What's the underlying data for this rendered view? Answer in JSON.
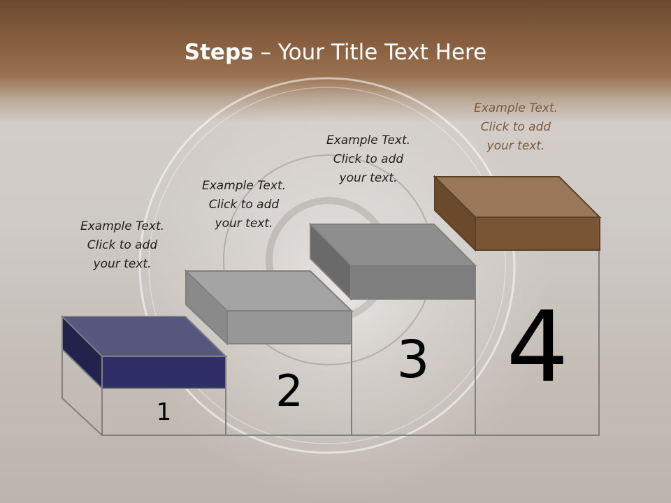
{
  "title": {
    "bold": "Steps",
    "rest": " – Your Title Text Here"
  },
  "steps": [
    {
      "number": "1",
      "lines": [
        "Example Text.",
        "Click  to add",
        "your text."
      ],
      "color": "#2f2e66"
    },
    {
      "number": "2",
      "lines": [
        "Example Text.",
        "Click  to add",
        "your text."
      ],
      "color": "#a0a0a0"
    },
    {
      "number": "3",
      "lines": [
        "Example Text.",
        "Click  to add",
        "your text."
      ],
      "color": "#7f7f7f"
    },
    {
      "number": "4",
      "lines": [
        "Example Text.",
        "Click  to add",
        "your text."
      ],
      "color": "#7a5535"
    }
  ],
  "step4_caption_color": "#7a5a3e"
}
